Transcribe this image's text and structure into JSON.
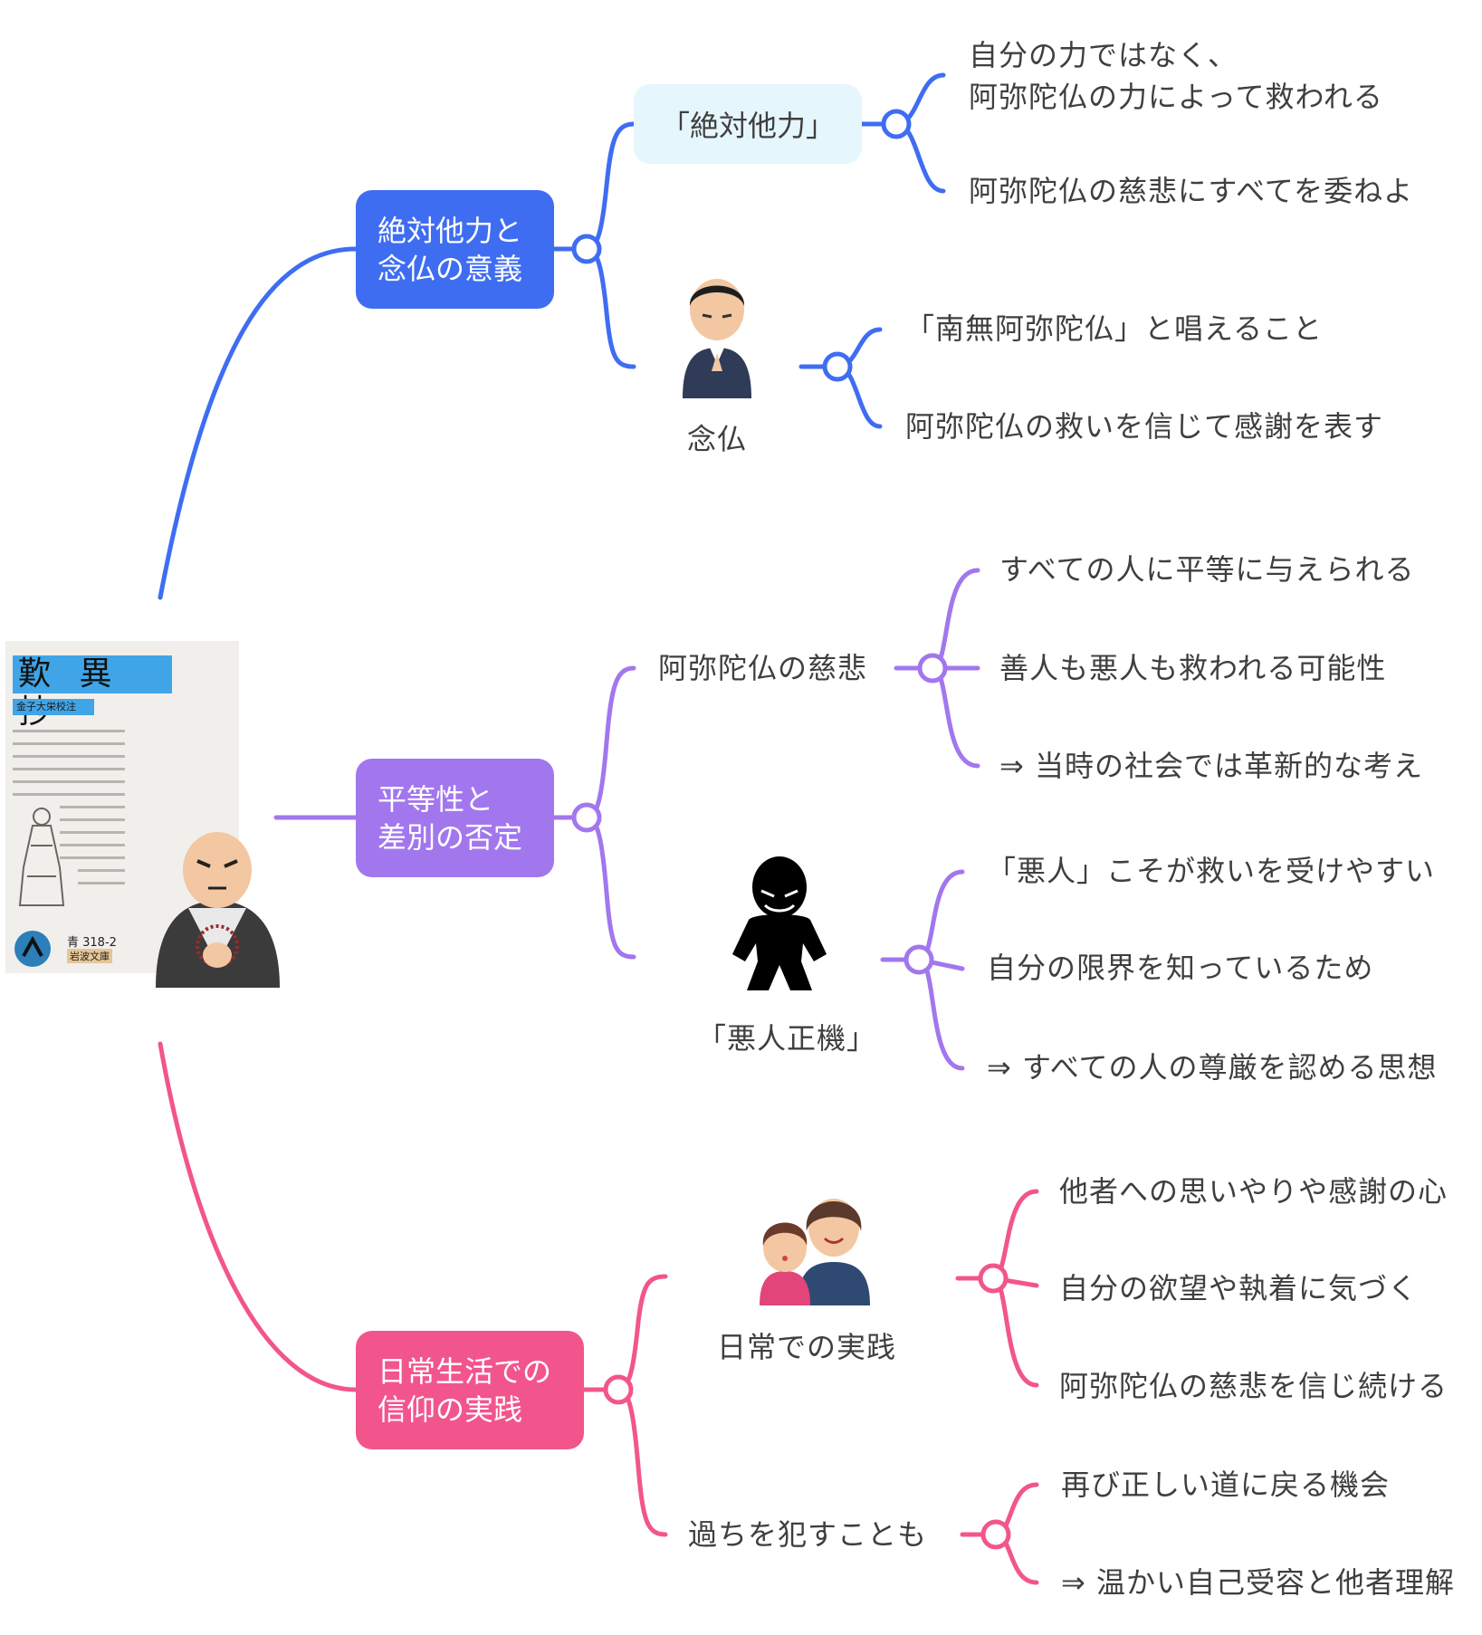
{
  "colors": {
    "blue": "#3f6df2",
    "purple": "#a277ee",
    "pink": "#f2558c",
    "pill": "#e6f6fd"
  },
  "book": {
    "title": "歎 異 抄",
    "editor": "金子大栄校注",
    "number": "青 318-2",
    "publisher": "岩波文庫"
  },
  "branches": [
    {
      "label": [
        "絶対他力と",
        "念仏の意義"
      ],
      "children": [
        {
          "label": "「絶対他力」",
          "items": [
            "自分の力ではなく、",
            "阿弥陀仏の力によって救われる",
            "阿弥陀仏の慈悲にすべてを委ねよ"
          ]
        },
        {
          "label": "念仏",
          "icon": "praying-man-icon",
          "items": [
            "「南無阿弥陀仏」と唱えること",
            "阿弥陀仏の救いを信じて感謝を表す"
          ]
        }
      ]
    },
    {
      "label": [
        "平等性と",
        "差別の否定"
      ],
      "children": [
        {
          "label": "阿弥陀仏の慈悲",
          "items": [
            "すべての人に平等に与えられる",
            "善人も悪人も救われる可能性",
            "⇒ 当時の社会では革新的な考え"
          ]
        },
        {
          "label": "「悪人正機」",
          "icon": "villain-silhouette-icon",
          "items": [
            "「悪人」こそが救いを受けやすい",
            "自分の限界を知っているため",
            "⇒ すべての人の尊厳を認める思想"
          ]
        }
      ]
    },
    {
      "label": [
        "日常生活での",
        "信仰の実践"
      ],
      "children": [
        {
          "label": "日常での実践",
          "icon": "mother-child-icon",
          "items": [
            "他者への思いやりや感謝の心",
            "自分の欲望や執着に気づく",
            "阿弥陀仏の慈悲を信じ続ける"
          ]
        },
        {
          "label": "過ちを犯すことも",
          "items": [
            "再び正しい道に戻る機会",
            "⇒ 温かい自己受容と他者理解"
          ]
        }
      ]
    }
  ]
}
